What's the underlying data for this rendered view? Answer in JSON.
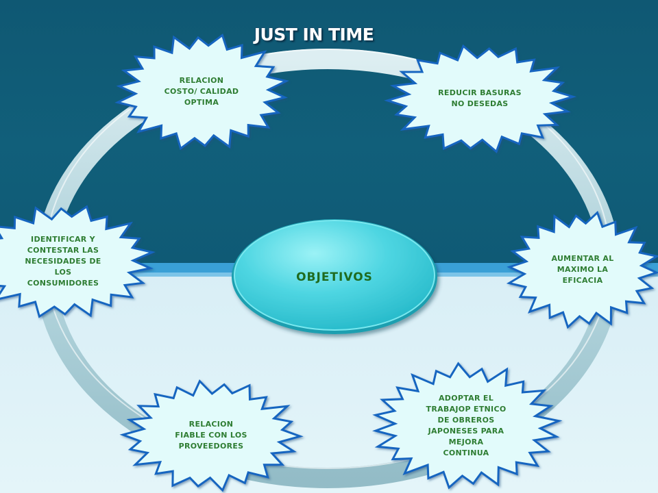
{
  "title": "JUST IN TIME",
  "center": {
    "label": "OBJETIVOS"
  },
  "objectives": [
    {
      "id": "costo-calidad",
      "lines": [
        "RELACION",
        "COSTO/ CALIDAD",
        "OPTIMA"
      ]
    },
    {
      "id": "basuras",
      "lines": [
        "REDUCIR  BASURAS",
        "NO DESEDAS"
      ]
    },
    {
      "id": "eficacia",
      "lines": [
        "AUMENTAR AL",
        "MAXIMO LA",
        "EFICACIA"
      ]
    },
    {
      "id": "trabajo-etnico",
      "lines": [
        "ADOPTAR EL",
        "TRABAJOP ETNICO",
        "DE OBREROS",
        "JAPONESES PARA",
        "MEJORA",
        "CONTINUA"
      ]
    },
    {
      "id": "proveedores",
      "lines": [
        "RELACION",
        "FIABLE CON LOS",
        "PROVEEDORES"
      ]
    },
    {
      "id": "consumidores",
      "lines": [
        "IDENTIFICAR  Y",
        "CONTESTAR LAS",
        "NECESIDADES  DE",
        "LOS",
        "CONSUMIDORES"
      ]
    }
  ],
  "colors": {
    "background_top": "#115f7a",
    "background_bottom": "#e0f4f8",
    "ring": "#b8dde4",
    "burst_fill": "#e2fbfb",
    "burst_stroke": "#1565c0",
    "text_green": "#2e7d32",
    "center_fill": "#3fd3df"
  }
}
